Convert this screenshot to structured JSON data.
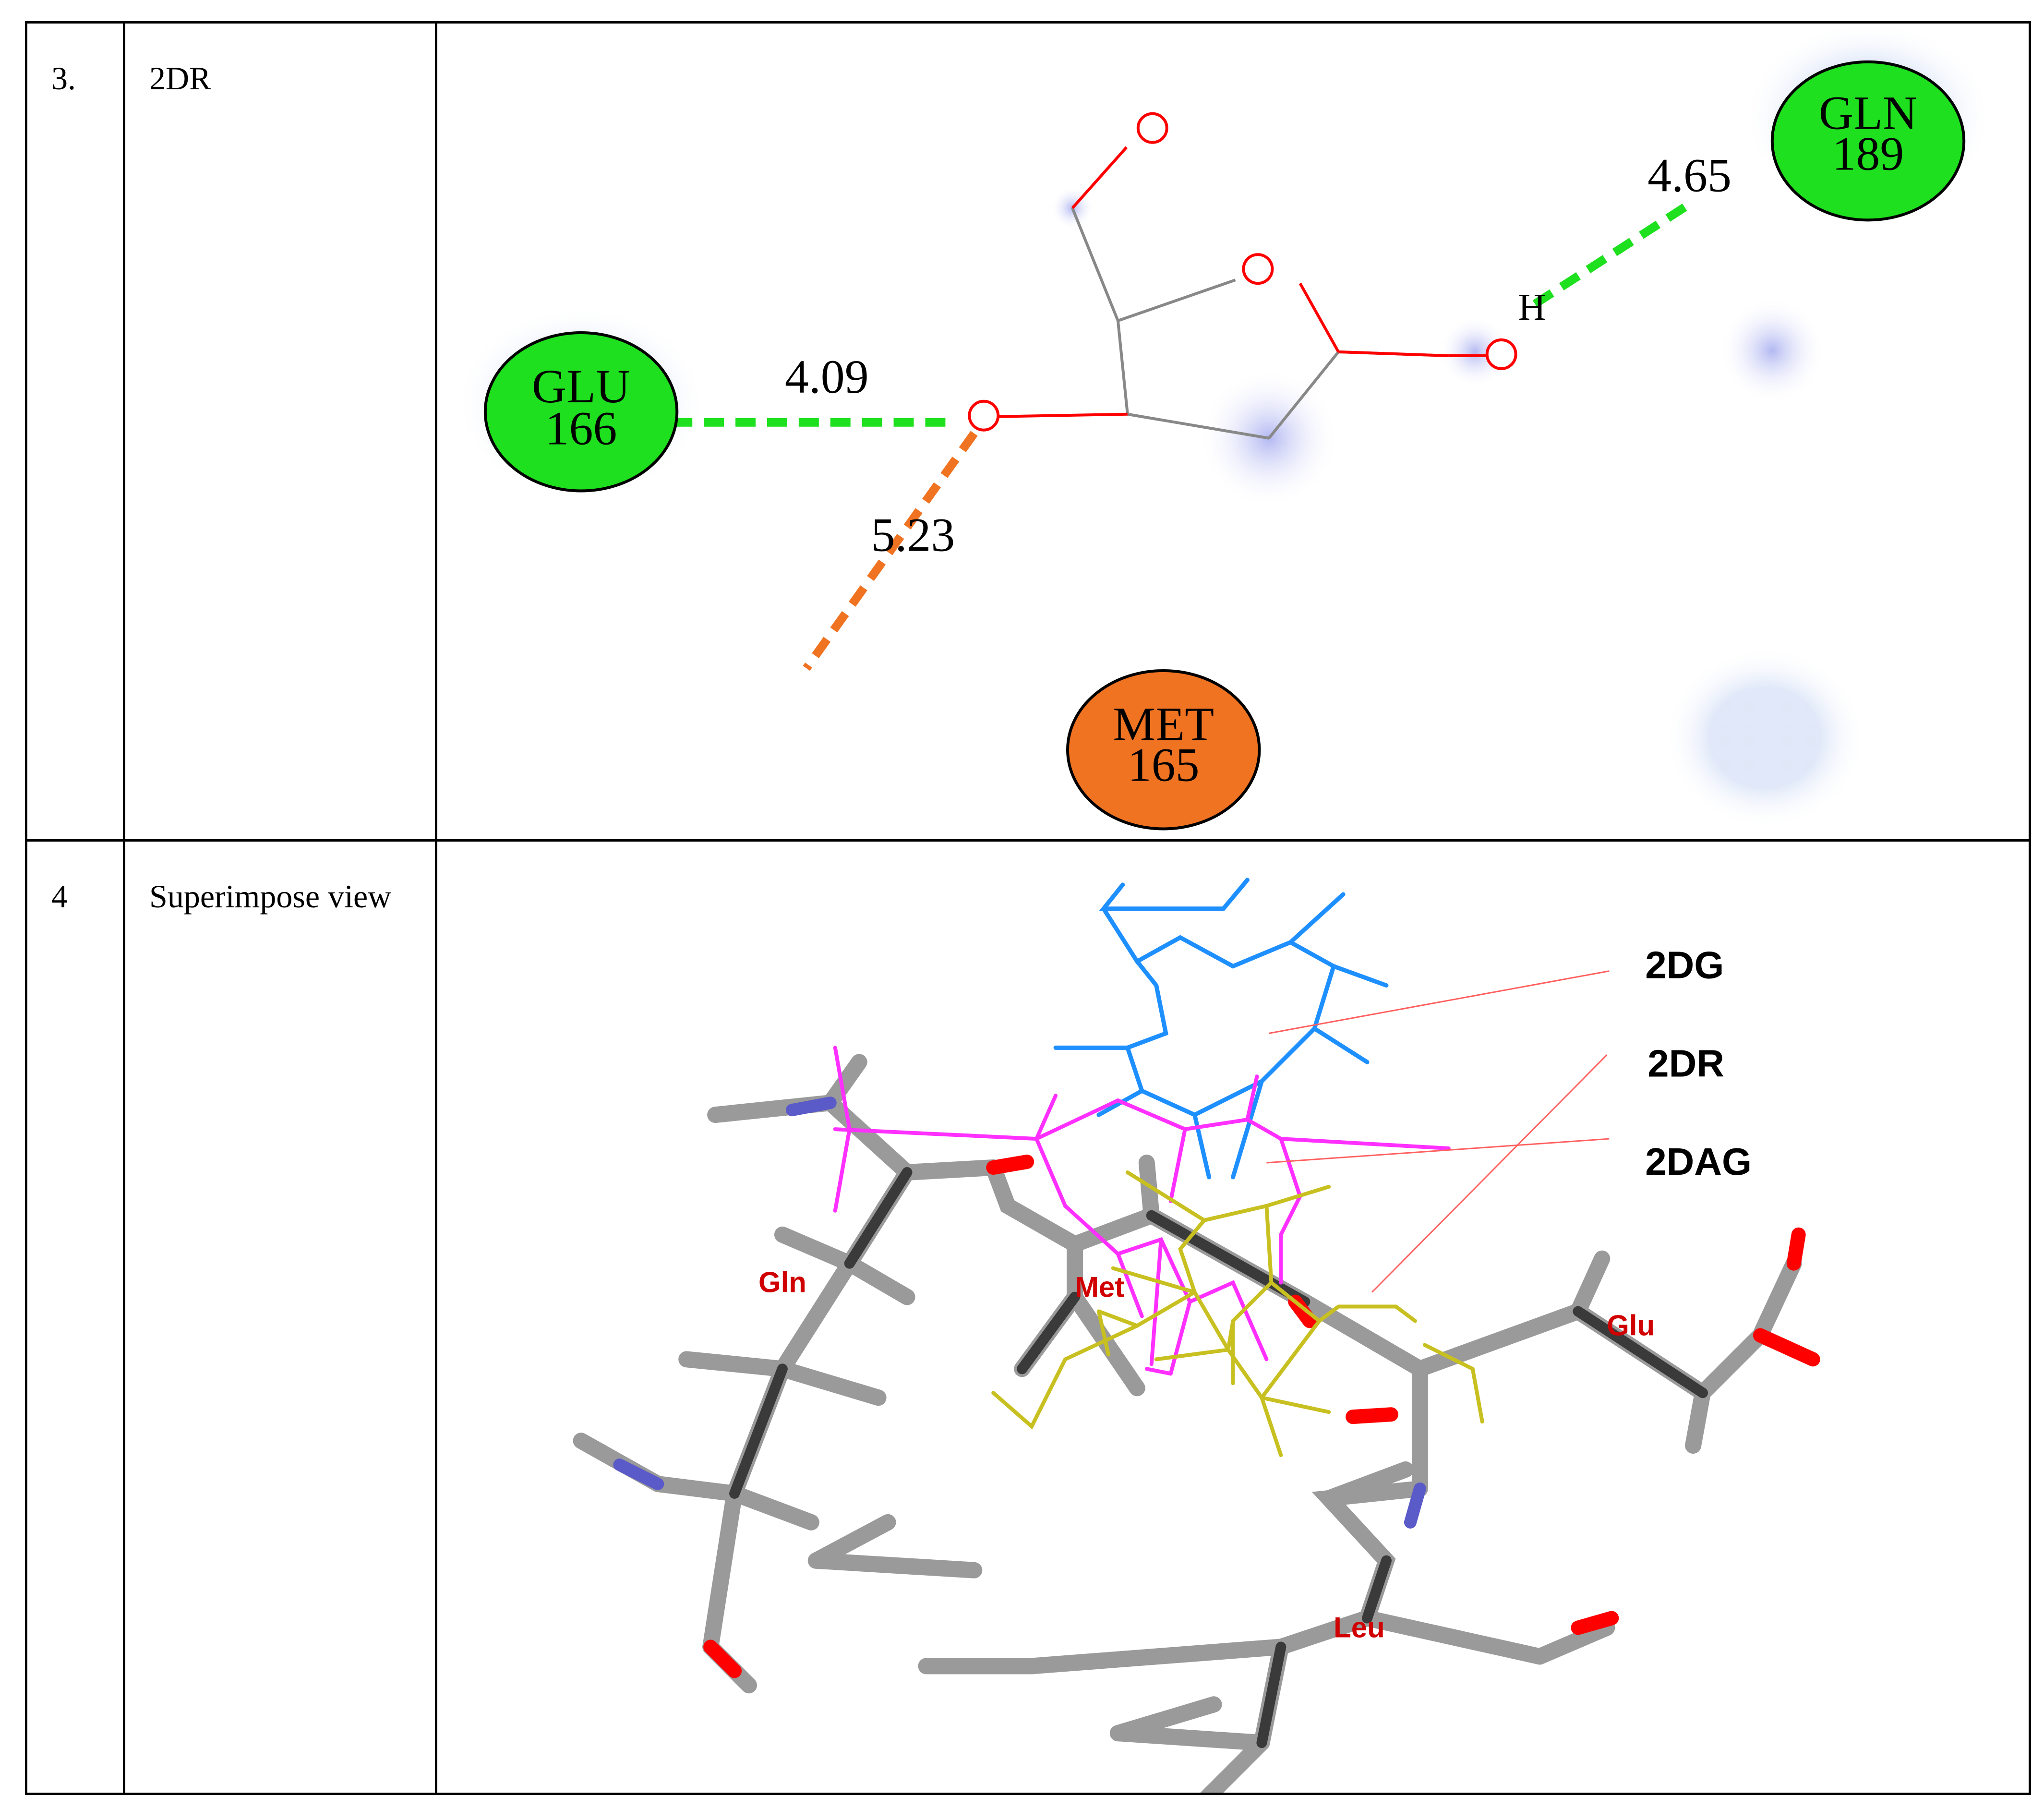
{
  "rows": [
    {
      "index": "3.",
      "name": "2DR"
    },
    {
      "index": "4",
      "name": "Superimpose view"
    }
  ],
  "interaction_diagram": {
    "residues": [
      {
        "name": "GLU",
        "number": "166",
        "color": "#1ee01e"
      },
      {
        "name": "GLN",
        "number": "189",
        "color": "#1ee01e"
      },
      {
        "name": "MET",
        "number": "165",
        "color": "#f07322"
      }
    ],
    "distances": [
      "4.09",
      "5.23",
      "4.65"
    ],
    "hydrogen_label": "H",
    "colors": {
      "hbond": "#1ee01e",
      "hydrophobic": "#f07322",
      "oxygen": "#ff0000",
      "bond": "#888888"
    }
  },
  "superimpose_view": {
    "ligands": [
      {
        "name": "2DG",
        "color": "#1e8fff"
      },
      {
        "name": "2DR",
        "color": "#ff30ff"
      },
      {
        "name": "2DAG",
        "color": "#c8c020"
      }
    ],
    "residues": [
      "Gln",
      "Met",
      "Glu",
      "Leu"
    ]
  }
}
